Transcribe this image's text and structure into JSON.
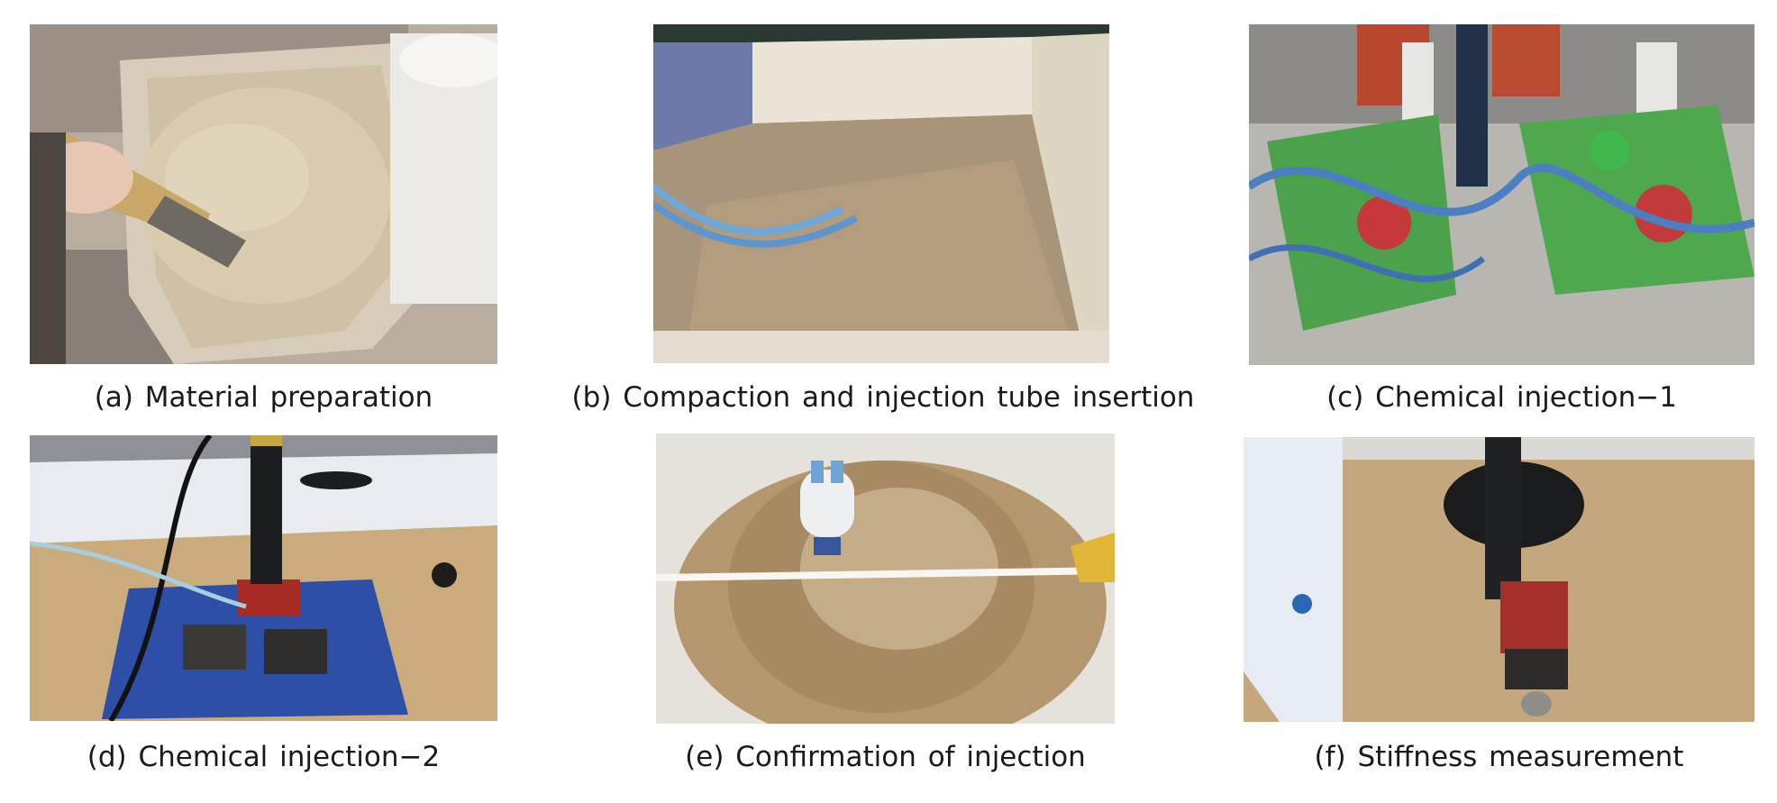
{
  "figure": {
    "panels": [
      {
        "id": "a",
        "caption": "(a) Material preparation",
        "subject": "sand-tray-photo"
      },
      {
        "id": "b",
        "caption": "(b) Compaction and injection tube insertion",
        "subject": "sand-box-photo"
      },
      {
        "id": "c",
        "caption": "(c) Chemical injection−1",
        "subject": "injection-pumps-photo"
      },
      {
        "id": "d",
        "caption": "(d) Chemical injection−2",
        "subject": "loading-plate-photo"
      },
      {
        "id": "e",
        "caption": "(e) Confirmation of injection",
        "subject": "grouted-bulb-photo"
      },
      {
        "id": "f",
        "caption": "(f) Stiffness measurement",
        "subject": "stiffness-test-photo"
      }
    ]
  }
}
